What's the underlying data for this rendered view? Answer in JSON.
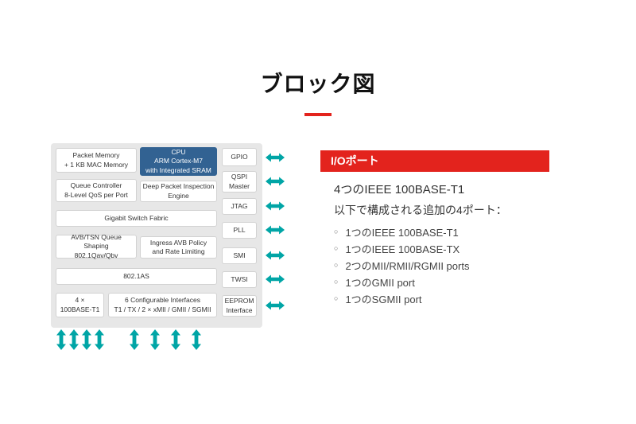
{
  "title": "ブロック図",
  "diagram": {
    "blocks": {
      "packet_memory": "Packet Memory\n+ 1 KB MAC Memory",
      "cpu": "CPU\nARM Cortex-M7\nwith Integrated SRAM",
      "queue_controller": "Queue Controller\n8-Level QoS per Port",
      "deep_packet_inspection": "Deep Packet Inspection\nEngine",
      "gigabit_switch_fabric": "Gigabit Switch Fabric",
      "avb_tsn_queue_shaping": "AVB/TSN Queue Shaping\n802.1Qav/Qbv",
      "ingress_avb_policy": "Ingress AVB Policy\nand Rate Limiting",
      "ieee_802_1as": "802.1AS",
      "ports_100base_t1": "4 ×\n100BASE-T1",
      "configurable_interfaces": "6 Configurable Interfaces\nT1 / TX / 2 × xMII / GMII / SGMII"
    },
    "side_blocks": [
      "GPIO",
      "QSPI\nMaster",
      "JTAG",
      "PLL",
      "SMI",
      "TWSI",
      "EEPROM\nInterface"
    ]
  },
  "io_panel": {
    "header": "I/Oポート",
    "line1": "4つのIEEE 100BASE-T1",
    "line2": "以下で構成される追加の4ポート：",
    "bullet_icon": "○",
    "bullets": [
      "1つのIEEE 100BASE-T1",
      "1つのIEEE 100BASE-TX",
      "2つのMII/RMII/RGMII ports",
      "1つのGMII port",
      "1つのSGMII port"
    ]
  },
  "colors": {
    "accent_red": "#e3231d",
    "arrow_teal": "#00a5a6",
    "cpu_blue": "#326292",
    "diagram_bg": "#e7e7e7"
  }
}
